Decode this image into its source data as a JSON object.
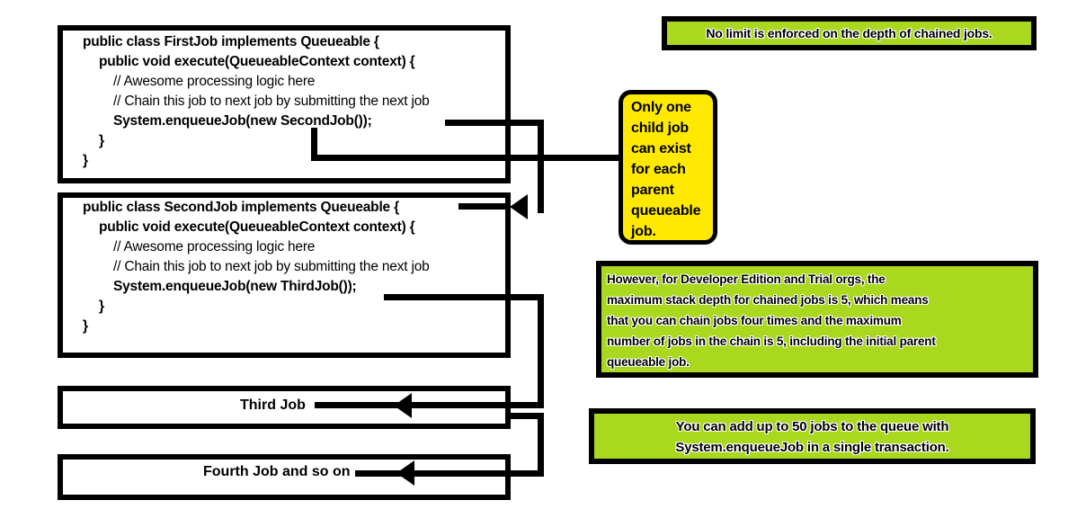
{
  "colors": {
    "green": "#AAD81E",
    "yellow": "#FFE903",
    "line": "#000000",
    "text": "#000000",
    "bg": "#FFFFFF"
  },
  "first_job_box": {
    "lines": [
      "public class FirstJob implements Queueable {",
      "public void execute(QueueableContext context) {",
      "// Awesome processing logic here",
      "// Chain this job to next job by submitting the next job",
      "System.enqueueJob(new SecondJob());",
      "}",
      "}"
    ]
  },
  "second_job_box": {
    "lines": [
      "public class SecondJob implements Queueable {",
      "public void execute(QueueableContext context) {",
      "// Awesome processing logic here",
      "// Chain this job to next job by submitting the next job",
      "System.enqueueJob(new ThirdJob());",
      "}",
      "}"
    ]
  },
  "third_job_box": {
    "label": "Third Job"
  },
  "fourth_job_box": {
    "label": "Fourth Job and so on"
  },
  "note_only_one_child": {
    "lines": [
      "Only one",
      "child job",
      "can exist",
      "for each",
      "parent",
      "queueable",
      "job."
    ]
  },
  "note_no_limit": {
    "text": "No limit is enforced on the depth of chained jobs."
  },
  "note_dev_edition": {
    "lines": [
      "However, for Developer Edition and Trial orgs, the",
      "maximum stack depth for chained jobs is 5, which means",
      "that you can chain jobs four times and the maximum",
      "number of jobs in the chain is 5, including the initial parent",
      "queueable job."
    ]
  },
  "note_fifty_jobs": {
    "lines": [
      "You can add up to 50 jobs to the queue with",
      "System.enqueueJob in a single transaction."
    ]
  }
}
